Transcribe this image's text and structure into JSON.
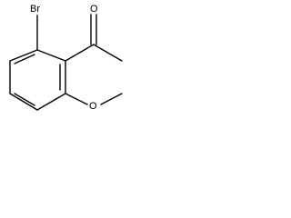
{
  "molecule": {
    "atoms": {
      "bromine": "Br",
      "carbonyl_oxygen": "O",
      "ether_oxygen": "O"
    }
  },
  "colors": {
    "bond": "#000000",
    "background": "#ffffff"
  }
}
